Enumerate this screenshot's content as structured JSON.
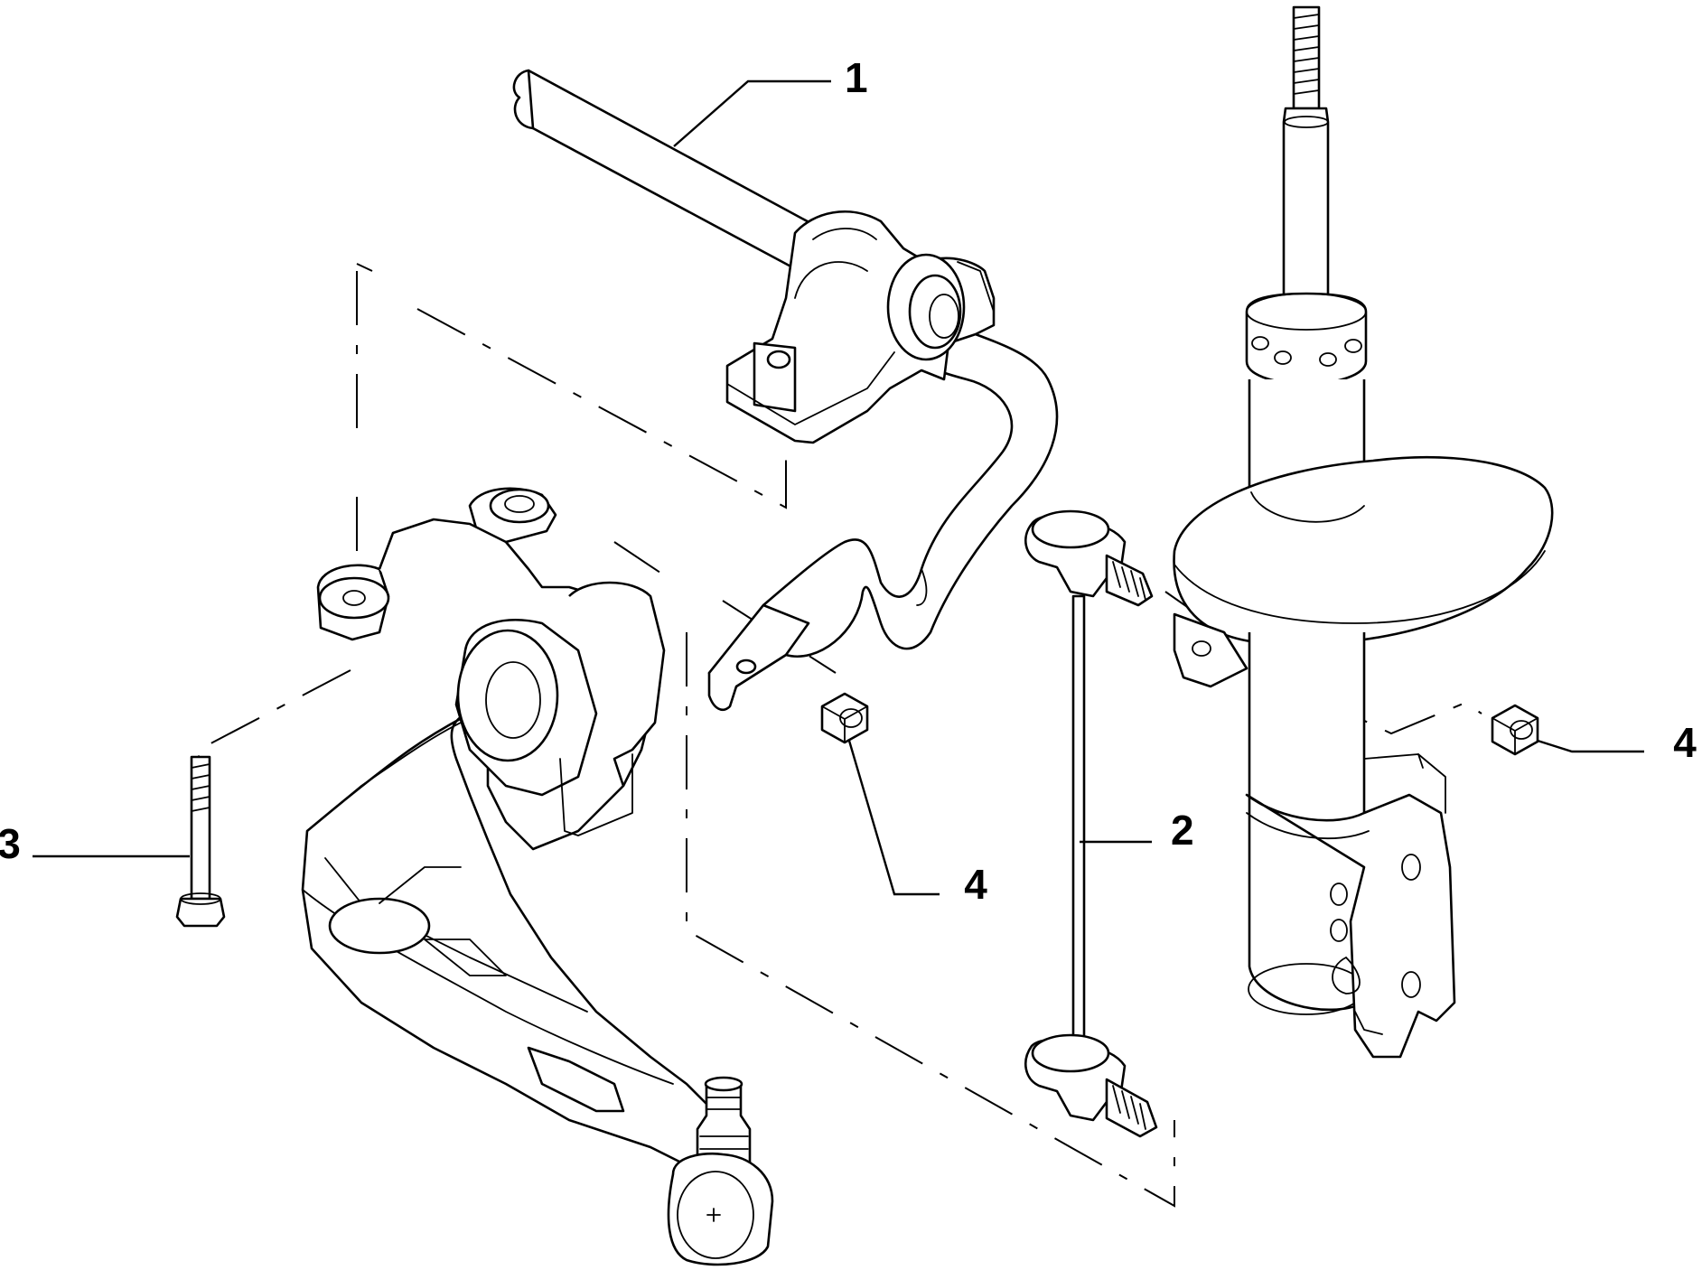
{
  "callouts": [
    {
      "id": "1",
      "label": "1"
    },
    {
      "id": "2",
      "label": "2"
    },
    {
      "id": "3",
      "label": "3"
    },
    {
      "id": "4a",
      "label": "4"
    },
    {
      "id": "4b",
      "label": "4"
    }
  ]
}
